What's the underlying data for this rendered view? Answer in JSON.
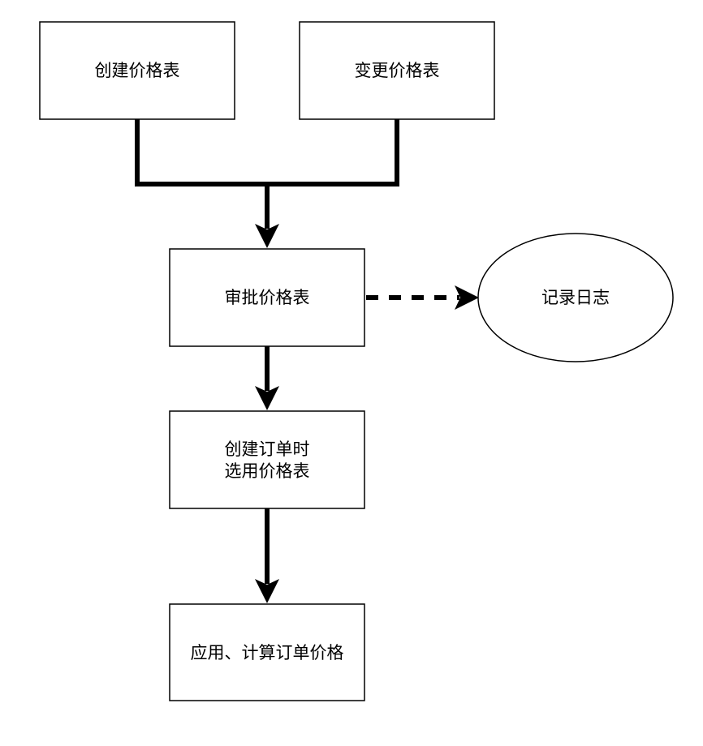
{
  "diagram": {
    "nodes": {
      "create_price_list": {
        "label": "创建价格表"
      },
      "change_price_list": {
        "label": "变更价格表"
      },
      "approve_price_list": {
        "label": "审批价格表"
      },
      "record_log": {
        "label": "记录日志"
      },
      "select_price_list": {
        "line1": "创建订单时",
        "line2": "选用价格表"
      },
      "apply_calculate": {
        "label": "应用、计算订单价格"
      }
    },
    "edges": [
      {
        "from": "create_price_list",
        "to": "approve_price_list",
        "style": "solid"
      },
      {
        "from": "change_price_list",
        "to": "approve_price_list",
        "style": "solid"
      },
      {
        "from": "approve_price_list",
        "to": "record_log",
        "style": "dashed"
      },
      {
        "from": "approve_price_list",
        "to": "select_price_list",
        "style": "solid"
      },
      {
        "from": "select_price_list",
        "to": "apply_calculate",
        "style": "solid"
      }
    ],
    "colors": {
      "stroke": "#000000",
      "fill": "#ffffff",
      "text": "#000000"
    }
  }
}
